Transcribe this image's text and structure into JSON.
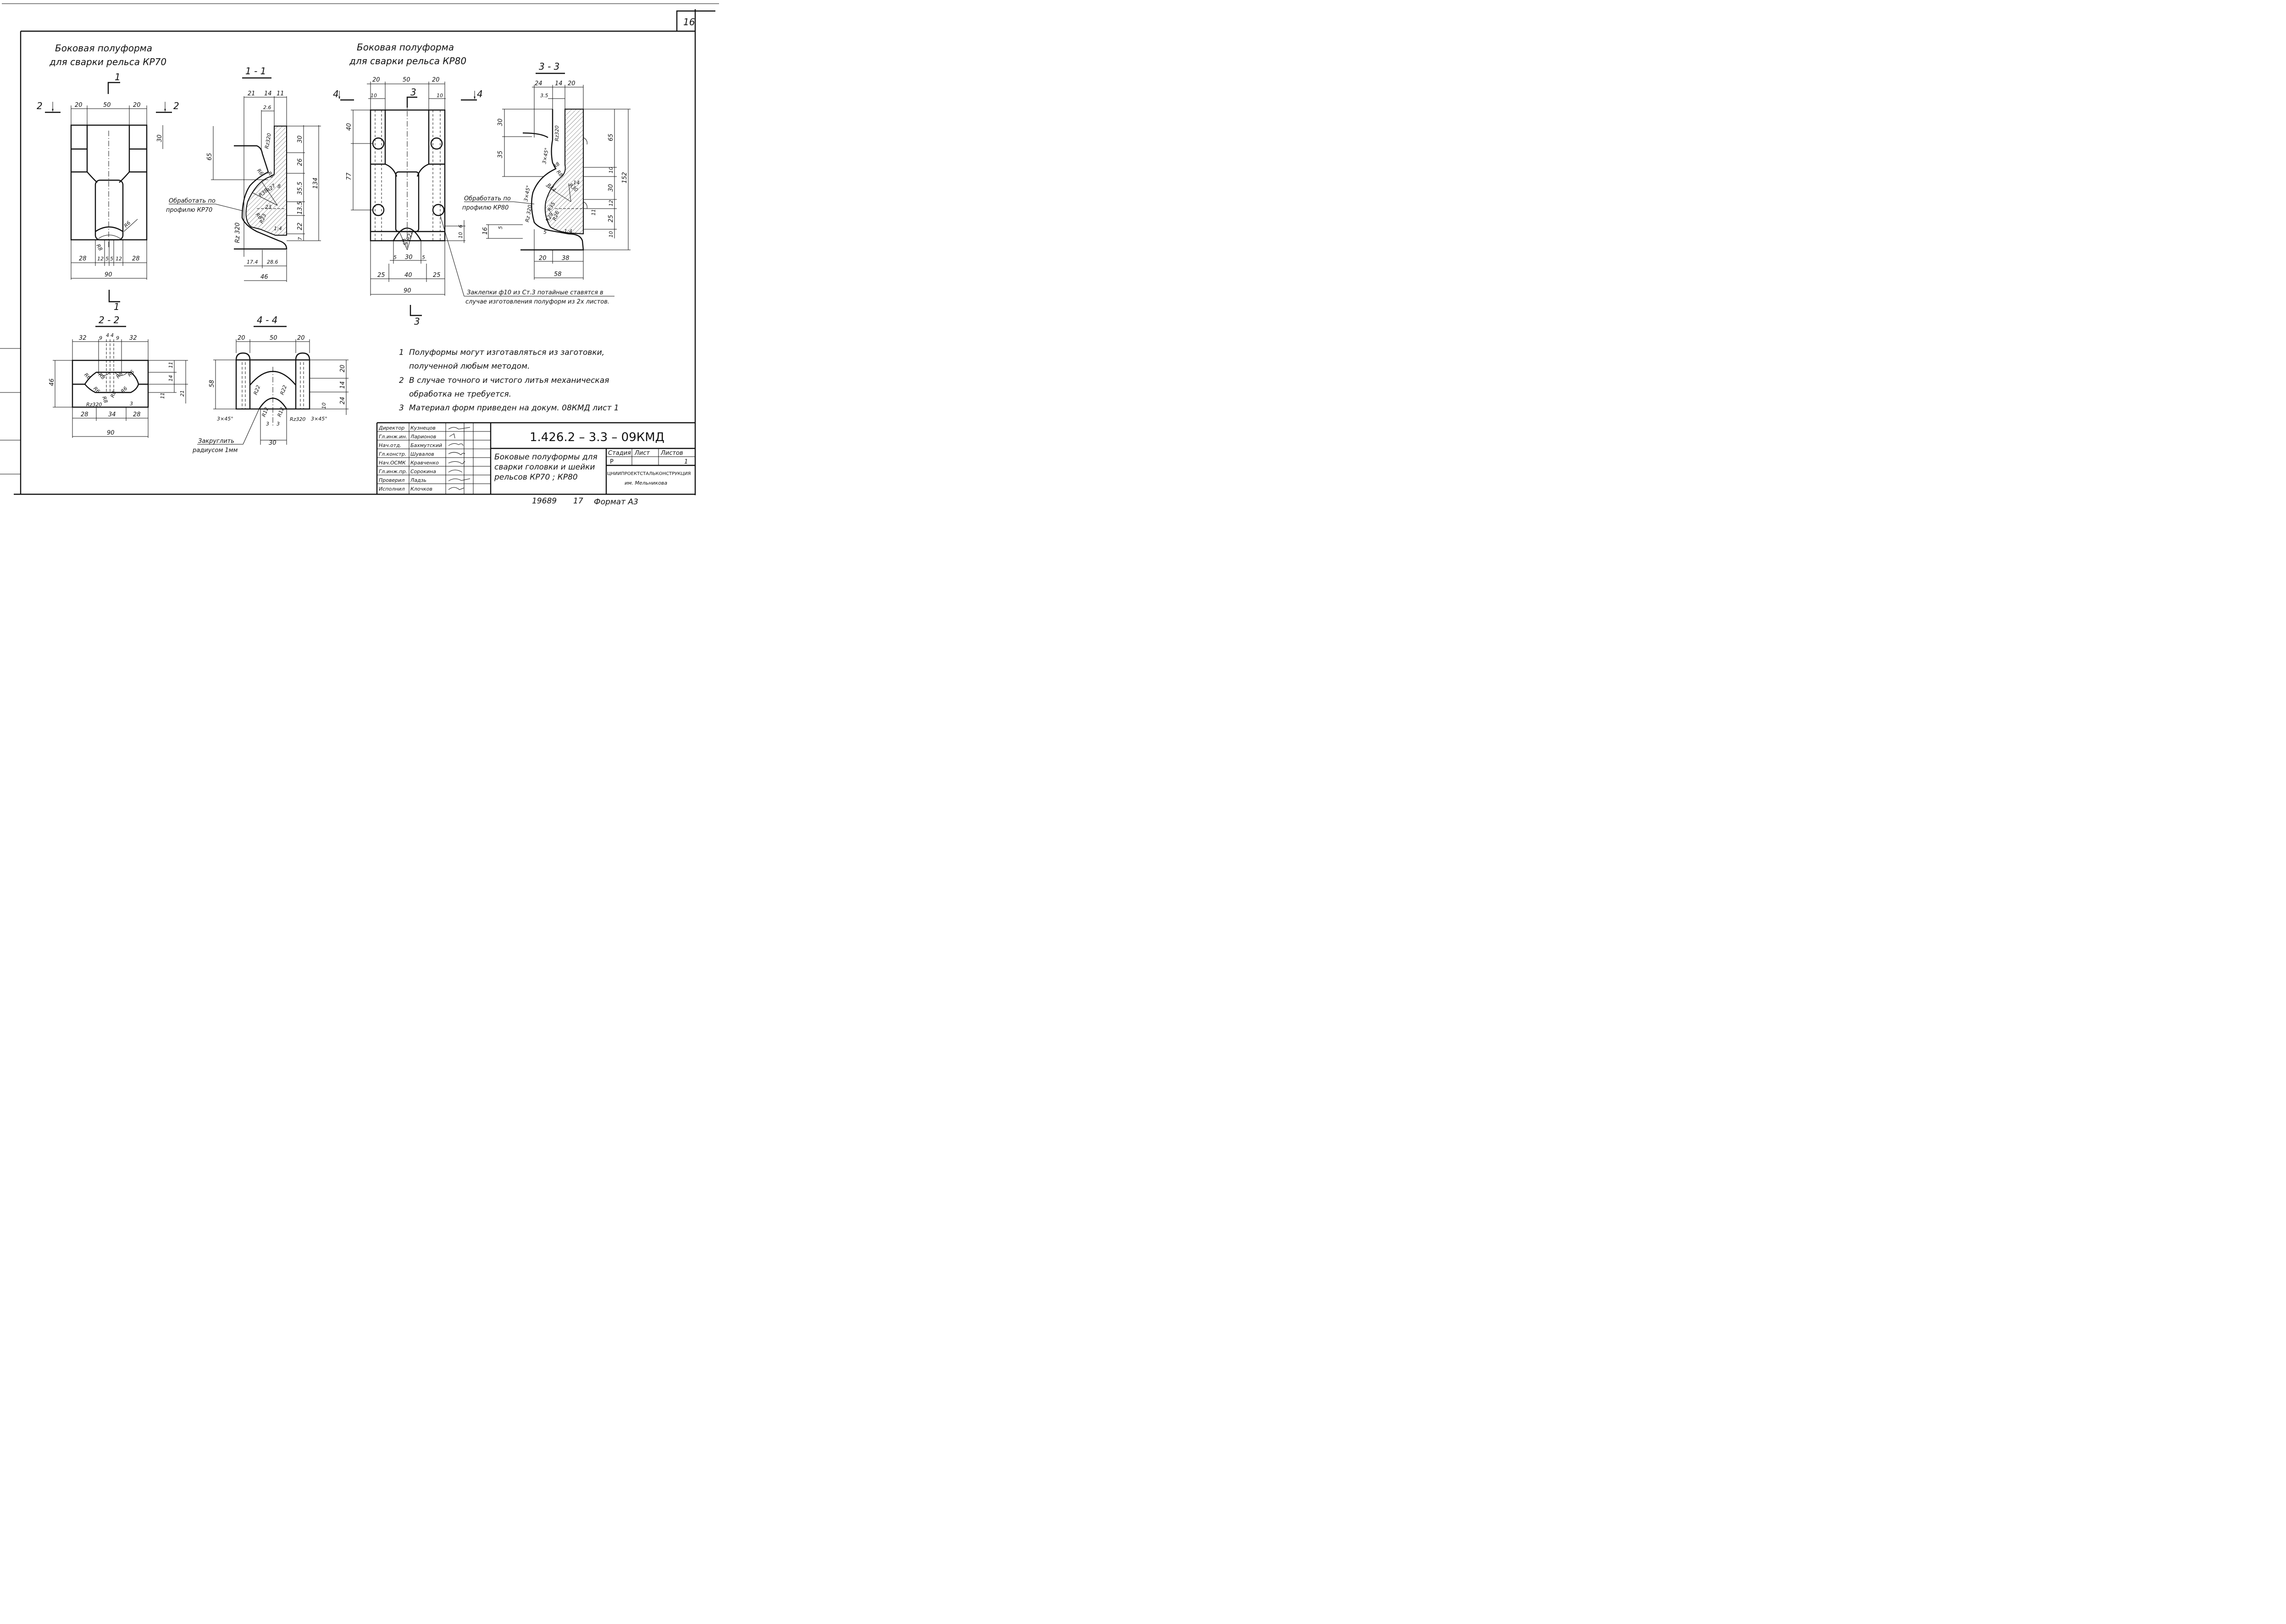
{
  "sheet_number": "16",
  "view_kr70": {
    "title_line1": "Боковая полуформа",
    "title_line2": "для сварки рельса КР70",
    "dims_top": [
      "20",
      "50",
      "20"
    ],
    "dim_right": "30",
    "dims_bottom": [
      "28",
      "12",
      "5",
      "5",
      "12",
      "28"
    ],
    "dim_total": "90",
    "radius_labels": [
      "R8",
      "R6"
    ],
    "section_marks": [
      "1",
      "1",
      "2",
      "2"
    ]
  },
  "section_1_1": {
    "title": "1 - 1",
    "dims_top": [
      "21",
      "14",
      "11"
    ],
    "dim_a": "2.6",
    "dims_right": [
      "30",
      "26",
      "35.5",
      "13.5",
      "22",
      "7"
    ],
    "dim_total_right": "134",
    "dim_left": "65",
    "radius_labels": [
      "Rz320",
      "R6",
      "R6",
      "R27",
      "R38",
      "R6",
      "R23",
      "8",
      "23",
      "1:4"
    ],
    "dims_bottom": [
      "17.4",
      "28.6"
    ],
    "dim_total_bottom": "46",
    "rz_left": "Rz 320",
    "note_line1": "Обработать по",
    "note_line2": "профилю КР70"
  },
  "view_kr80": {
    "title_line1": "Боковая полуформа",
    "title_line2": "для сварки рельса КР80",
    "dims_top": [
      "20",
      "50",
      "20"
    ],
    "dims_top2": [
      "10",
      "10"
    ],
    "dims_left": [
      "40",
      "77"
    ],
    "dims_right": [
      "6",
      "10"
    ],
    "dims_bottom": [
      "5",
      "30",
      "5"
    ],
    "dims_bottom2": [
      "25",
      "40",
      "25"
    ],
    "dim_total": "90",
    "radius_labels": [
      "R5",
      "R22"
    ],
    "section_marks": [
      "3",
      "3",
      "4",
      "4"
    ]
  },
  "section_3_3": {
    "title": "3 - 3",
    "dims_top": [
      "24",
      "14",
      "20"
    ],
    "dim_a": "3.5",
    "dims_left": [
      "30",
      "35"
    ],
    "dims_right": [
      "65",
      "10",
      "30",
      "12",
      "25",
      "10"
    ],
    "dim_total_right": "152",
    "radius_labels": [
      "Rz320",
      "3×45°",
      "R8",
      "R8",
      "R30",
      "R44",
      "14",
      "R26",
      "R29",
      "R35",
      "11",
      "1:4",
      "5",
      "3×45°",
      "Rz 320"
    ],
    "dim_left_bottom": "16",
    "dim_5": "5",
    "dims_bottom": [
      "20",
      "38"
    ],
    "dim_total_bottom": "58",
    "note_line1": "Обработать по",
    "note_line2": "профилю КР80"
  },
  "rivet_note": {
    "line1": "Заклепки ф10 из Ст.3 потайные ставятся  в",
    "line2": "случае изготовления полуформ из 2х листов."
  },
  "section_2_2": {
    "title": "2 - 2",
    "dims_top": [
      "32",
      "9",
      "4",
      "4",
      "9",
      "32"
    ],
    "dims_right": [
      "11",
      "14",
      "21",
      "11"
    ],
    "dim_left": "46",
    "dims_bottom": [
      "28",
      "34",
      "28"
    ],
    "dim_total": "90",
    "radius_labels": [
      "R6",
      "R8",
      "R8",
      "R6",
      "R6",
      "R8",
      "R8",
      "R6",
      "Rz320",
      "3"
    ]
  },
  "section_4_4": {
    "title": "4 - 4",
    "dims_top": [
      "20",
      "50",
      "20"
    ],
    "dim_left": "58",
    "dims_right": [
      "20",
      "14",
      "24",
      "10"
    ],
    "radius_labels": [
      "R22",
      "R22",
      "R12",
      "R12",
      "3",
      "3",
      "Rz320"
    ],
    "chamfers": [
      "3×45°",
      "3×45°"
    ],
    "dim_bottom": "30",
    "note_line1": "Закруглить",
    "note_line2": "радиусом 1мм"
  },
  "notes": [
    {
      "num": "1",
      "line1": "Полуформы  могут  изготавляться  из  заготовки,",
      "line2": "полученной  любым  методом."
    },
    {
      "num": "2",
      "line1": "В случае  точного и чистого  литья  механическая",
      "line2": "обработка  не  требуется."
    },
    {
      "num": "3",
      "line1": "Материал  форм  приведен  на  докум.  08КМД  лист 1",
      "line2": ""
    }
  ],
  "title_block": {
    "doc_code": "1.426.2 – 3.3 – 09КМД",
    "roles": [
      "Директор",
      "Гл.инж.ин.",
      "Нач.отд.",
      "Гл.констр.",
      "Нач.ОСМК",
      "Гл.инж.пр.",
      "Проверил",
      "Исполнил"
    ],
    "names": [
      "Кузнецов",
      "Ларионов",
      "Бахмутский",
      "Шувалов",
      "Кравченко",
      "Сорокина",
      "Ладзь",
      "Клочков"
    ],
    "description_line1": "Боковые  полуформы для",
    "description_line2": "сварки  головки и шейки",
    "description_line3": "рельсов  КР70 ; КР80",
    "stage_label": "Стадия",
    "sheet_label": "Лист",
    "sheets_label": "Листов",
    "stage_value": "Р",
    "sheets_value": "1",
    "org_line1": "ЦНИИПРОЕКТСТАЛЬКОНСТРУКЦИЯ",
    "org_line2": "им. Мельникова"
  },
  "footer": {
    "inv": "19689",
    "num": "17",
    "format": "Формат  А3"
  }
}
